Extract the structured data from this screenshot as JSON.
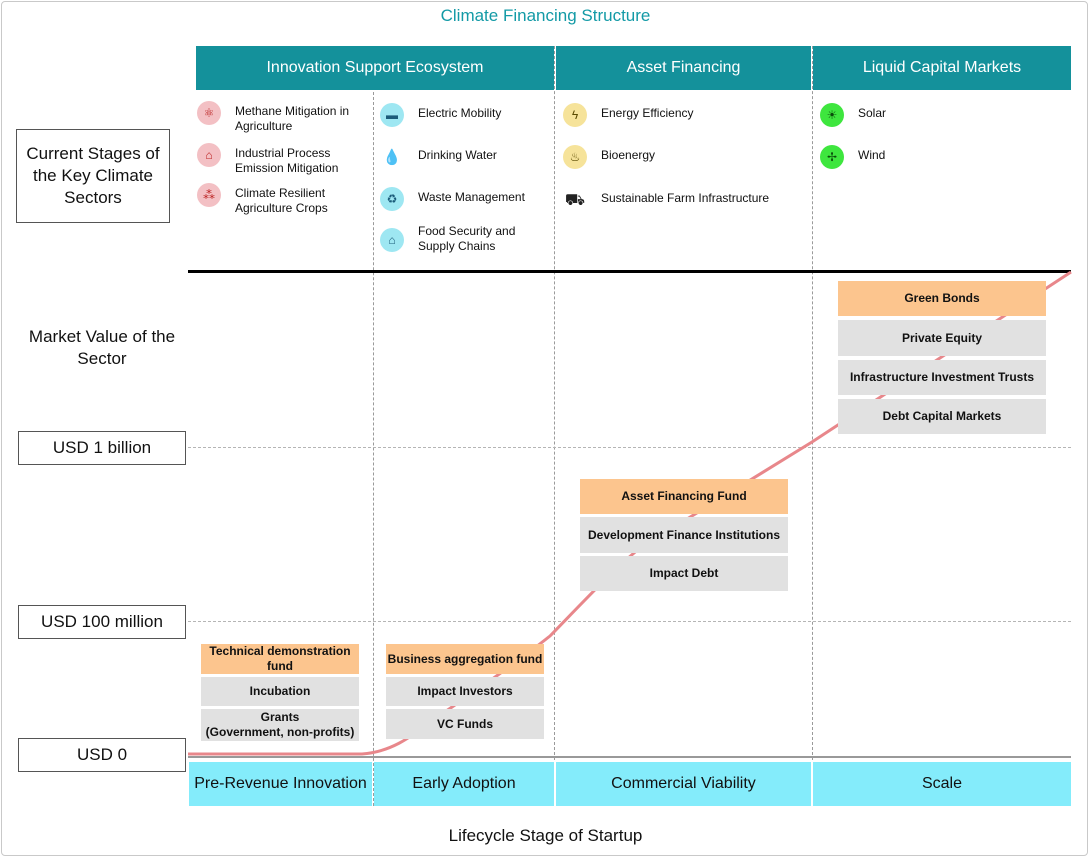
{
  "title": "Climate Financing Structure",
  "headers": [
    "Innovation Support Ecosystem",
    "Asset Financing",
    "Liquid Capital Markets"
  ],
  "left_labels": {
    "current_stages": "Current Stages of the Key Climate Sectors",
    "market_value": "Market Value of the Sector",
    "usd_1b": "USD 1 billion",
    "usd_100m": "USD 100 million",
    "usd_0": "USD 0"
  },
  "sectors": {
    "col1": [
      {
        "label": "Methane Mitigation in Agriculture",
        "icon": "molecule-icon",
        "color": "#f3c0c4"
      },
      {
        "label": "Industrial Process Emission Mitigation",
        "icon": "factory-icon",
        "color": "#f3c0c4"
      },
      {
        "label": "Climate Resilient Agriculture Crops",
        "icon": "crops-icon",
        "color": "#f3c0c4"
      }
    ],
    "col2": [
      {
        "label": "Electric Mobility",
        "icon": "car-icon",
        "color": "#9ee7f2"
      },
      {
        "label": "Drinking Water",
        "icon": "water-drop-icon",
        "color": "#9ee7f2"
      },
      {
        "label": "Waste Management",
        "icon": "recycle-bin-icon",
        "color": "#9ee7f2"
      },
      {
        "label": "Food Security and Supply Chains",
        "icon": "warehouse-icon",
        "color": "#9ee7f2"
      }
    ],
    "col3": [
      {
        "label": "Energy Efficiency",
        "icon": "energy-bolt-icon",
        "color": "#f6e39a"
      },
      {
        "label": "Bioenergy",
        "icon": "biogas-icon",
        "color": "#f6e39a"
      },
      {
        "label": "Sustainable Farm Infrastructure",
        "icon": "tractor-icon",
        "color": "#ffffff"
      }
    ],
    "col4": [
      {
        "label": "Solar",
        "icon": "sun-icon",
        "color": "#3ee63e"
      },
      {
        "label": "Wind",
        "icon": "wind-turbine-icon",
        "color": "#3ee63e"
      }
    ]
  },
  "funding": {
    "pre_revenue": [
      "Technical demonstration fund",
      "Incubation",
      "Grants\n(Government, non-profits)"
    ],
    "early_adoption": [
      "Business aggregation fund",
      "Impact Investors",
      "VC Funds"
    ],
    "commercial": [
      "Asset Financing Fund",
      "Development Finance Institutions",
      "Impact Debt"
    ],
    "scale": [
      "Green Bonds",
      "Private Equity",
      "Infrastructure Investment Trusts",
      "Debt Capital Markets"
    ]
  },
  "stages": [
    "Pre-Revenue Innovation",
    "Early Adoption",
    "Commercial Viability",
    "Scale"
  ],
  "x_axis_label": "Lifecycle Stage of Startup",
  "colors": {
    "header": "#14919b",
    "title": "#139aa6",
    "stage": "#84ecfb",
    "highlight_fund": "#fcc58e",
    "fund": "#e1e1e1",
    "curve": "#e8878b"
  }
}
